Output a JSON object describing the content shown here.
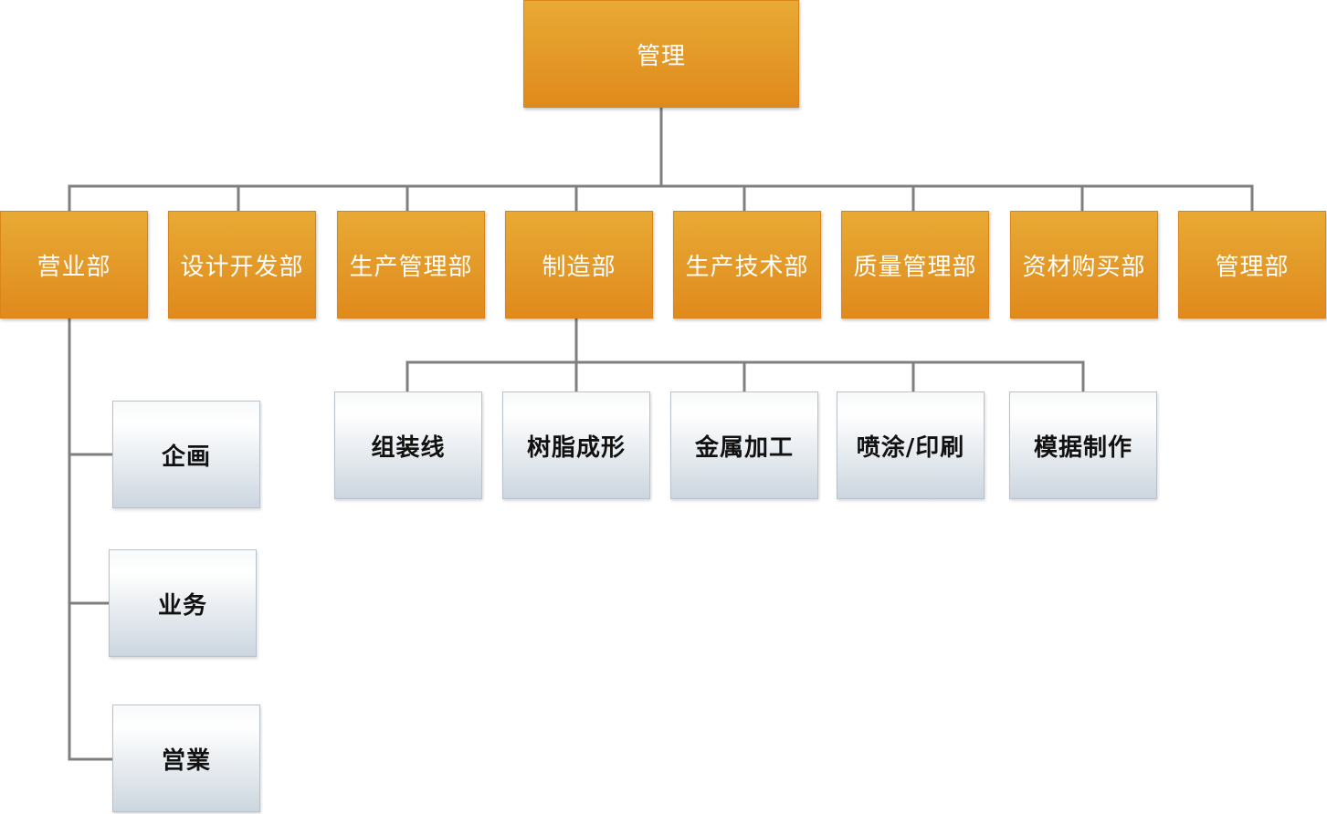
{
  "root": {
    "label": "管理"
  },
  "departments": [
    {
      "label": "营业部"
    },
    {
      "label": "设计开发部"
    },
    {
      "label": "生产管理部"
    },
    {
      "label": "制造部"
    },
    {
      "label": "生产技术部"
    },
    {
      "label": "质量管理部"
    },
    {
      "label": "资材购买部"
    },
    {
      "label": "管理部"
    }
  ],
  "sales_children": [
    {
      "label": "企画"
    },
    {
      "label": "业务"
    },
    {
      "label": "営業"
    }
  ],
  "manufacturing_children": [
    {
      "label": "组装线"
    },
    {
      "label": "树脂成形"
    },
    {
      "label": "金属加工"
    },
    {
      "label": "喷涂/印刷"
    },
    {
      "label": "模据制作"
    }
  ],
  "colors": {
    "connector": "#7f7f7f",
    "orange_top": "#e8aa34",
    "orange_bottom": "#e08a1c",
    "grey_top": "#ffffff",
    "grey_bottom": "#ccd6df"
  }
}
